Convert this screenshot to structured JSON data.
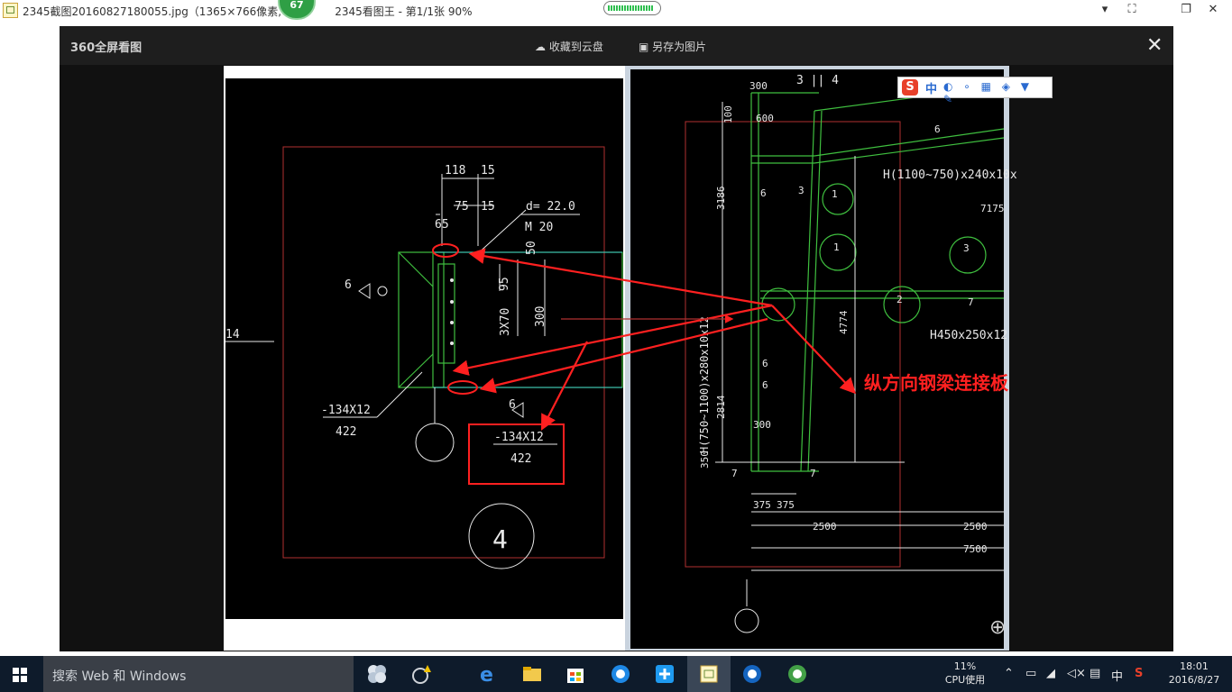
{
  "window": {
    "title": "2345截图20160827180055.jpg（1365×766像素, 84",
    "title_suffix": "2345看图王 - 第1/1张 90%",
    "badge": "67",
    "load_progress": 0.92,
    "controls": [
      "chevron-down",
      "fullscreen",
      "restore",
      "close"
    ]
  },
  "viewer": {
    "logo": "360全屏看图",
    "buttons": [
      {
        "label": "收藏到云盘",
        "icon": "cloud-icon"
      },
      {
        "label": "另存为图片",
        "icon": "save-icon"
      }
    ],
    "close": "✕"
  },
  "ime": {
    "logo": "S",
    "mode": "中"
  },
  "drawing_left": {
    "dims": [
      "118",
      "15",
      "75",
      "15",
      "65",
      "d= 22.0",
      "M 20",
      "50",
      "95",
      "3X70",
      "300",
      "6",
      "14",
      "6",
      "-134X12",
      "422",
      "-134X12",
      "422",
      "4"
    ]
  },
  "drawing_right": {
    "dims": [
      "300",
      "3 || 4",
      "600",
      "100",
      "H(1100~750)x240x10x",
      "6",
      "3186",
      "6",
      "3",
      "1",
      "7175",
      "1",
      "3",
      "2",
      "7",
      "H450x250x12",
      "H(750~1100)x280x10x12",
      "4774",
      "6",
      "2814",
      "6",
      "300",
      "350",
      "7",
      "7",
      "375",
      "375",
      "2500",
      "2500",
      "7500"
    ],
    "annotation": "纵方向钢梁连接板"
  },
  "taskbar": {
    "search_placeholder": "搜索 Web 和 Windows",
    "cpu_value": "11%",
    "cpu_label": "CPU使用",
    "ime": "中",
    "time": "18:01",
    "date": "2016/8/27"
  },
  "colors": {
    "annotation": "#ff2020",
    "cad_green": "#3fbf3f",
    "cad_white": "#e8e8e8",
    "cad_red": "#b03030",
    "cad_cyan": "#40c8c8"
  }
}
